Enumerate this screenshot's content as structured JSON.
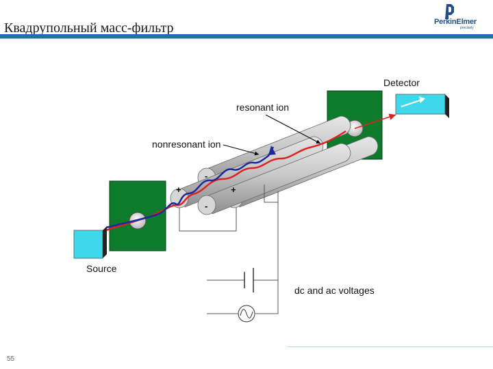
{
  "header": {
    "title": "Квадрупольный масс-фильтр",
    "logo_name": "PerkinElmer",
    "logo_tagline": "precisely"
  },
  "labels": {
    "detector": "Detector",
    "resonant_ion": "resonant ion",
    "nonresonant_ion": "nonresonant ion",
    "source": "Source",
    "voltages": "dc and ac voltages",
    "rod_top": "-",
    "rod_left": "+",
    "rod_right": "+",
    "rod_bottom": "-"
  },
  "footer": {
    "page_number": "55"
  },
  "colors": {
    "header_bar": "#1f6fb5",
    "plate_green": "#0e7a2c",
    "box_cyan": "#3fd8ea",
    "rod_gray": "#c4c4c4",
    "resonant_path": "#e02020",
    "nonresonant_path": "#1a2a9a"
  }
}
